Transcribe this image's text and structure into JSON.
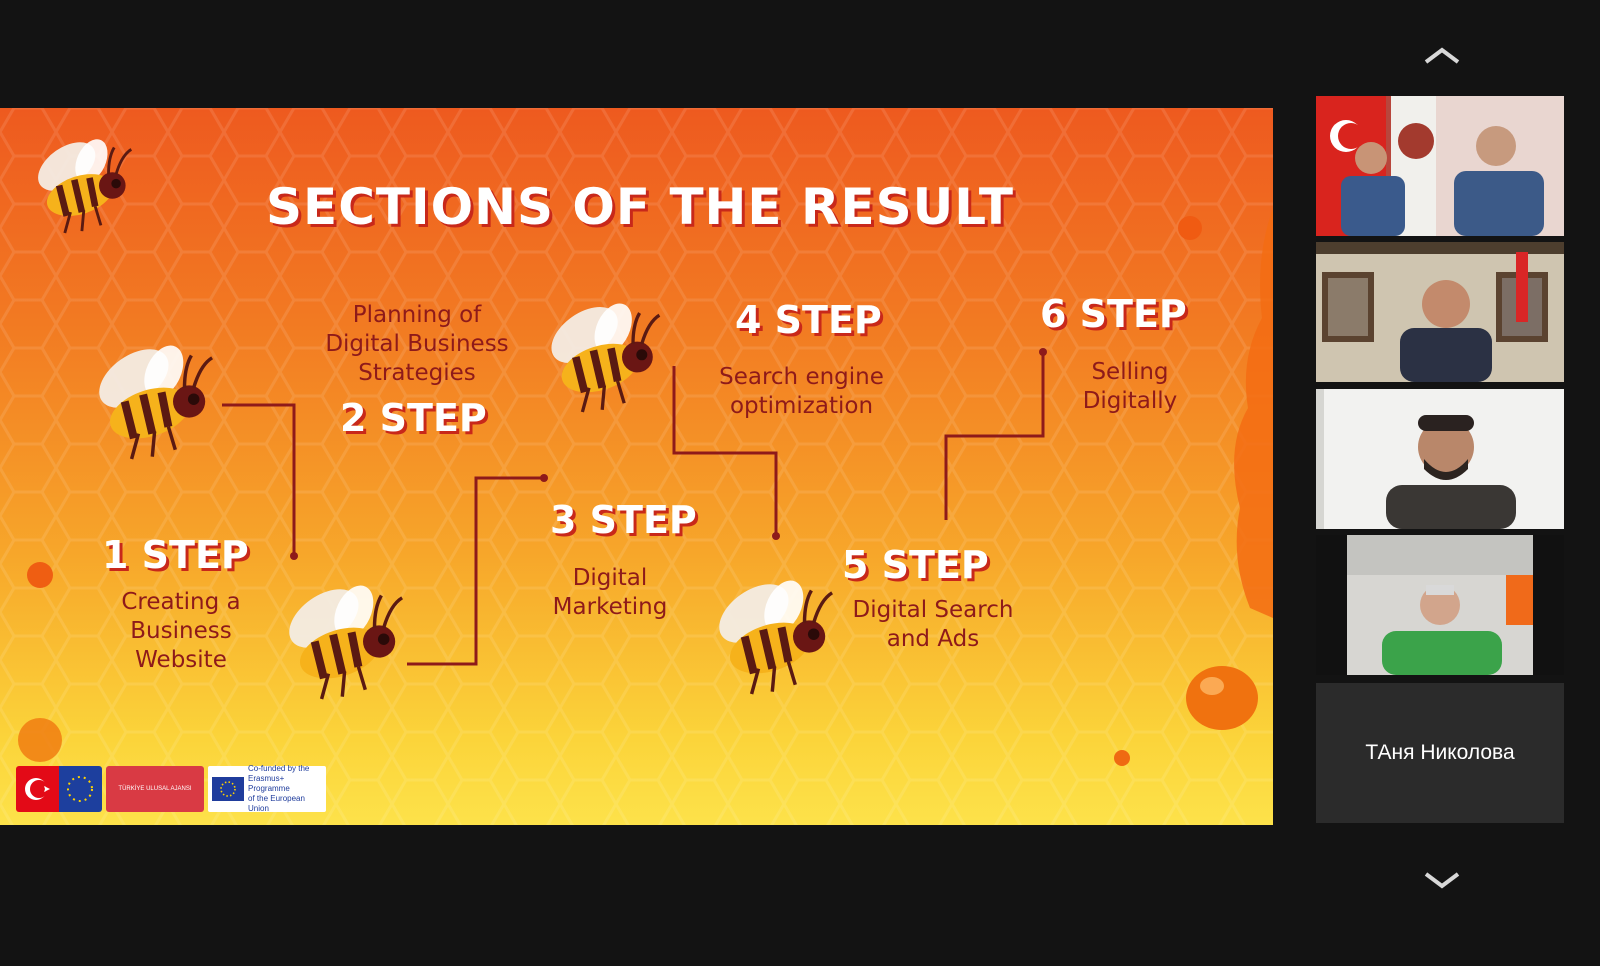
{
  "slide": {
    "title": "SECTIONS OF THE RESULT",
    "steps": [
      {
        "head": "1 STEP",
        "desc": "Creating a Business Website"
      },
      {
        "head": "2 STEP",
        "desc": "Planning of Digital Business Strategies"
      },
      {
        "head": "3 STEP",
        "desc": "Digital Marketing"
      },
      {
        "head": "4 STEP",
        "desc": "Search engine optimization"
      },
      {
        "head": "5 STEP",
        "desc": "Digital Search and Ads"
      },
      {
        "head": "6 STEP",
        "desc": "Selling Digitally"
      }
    ],
    "logos": {
      "agency": "TÜRKİYE ULUSAL AJANSI",
      "eu_lines": [
        "Co-funded by the",
        "Erasmus+ Programme",
        "of the European Union"
      ]
    }
  },
  "participants": {
    "scroll_up_icon": "chevron-up-icon",
    "scroll_down_icon": "chevron-down-icon",
    "name_tile": "ТАня Николова"
  },
  "colors": {
    "background": "#131313",
    "tile_bg": "#2b2b2b",
    "step_text": "#8e1a1a",
    "title_shadow": "#c8281a"
  }
}
